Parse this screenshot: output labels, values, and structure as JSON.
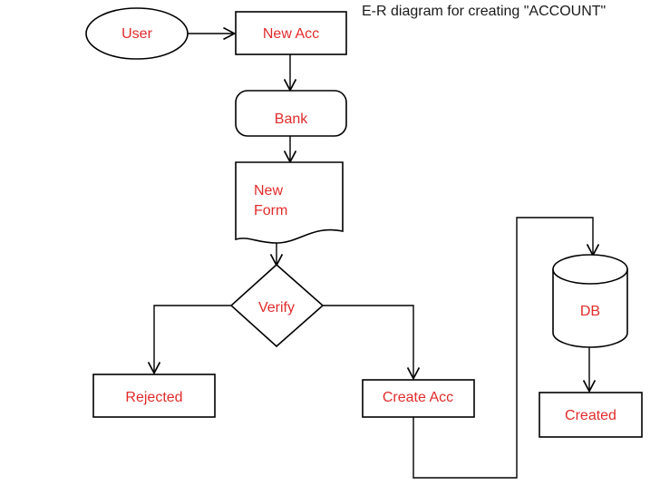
{
  "title": "E-R diagram for creating \"ACCOUNT\"",
  "colors": {
    "node_text": "#e12b2b",
    "title_text": "#1a1a1a",
    "stroke": "#000000",
    "background": "#ffffff"
  },
  "nodes": [
    {
      "id": "user",
      "label": "User",
      "shape": "ellipse"
    },
    {
      "id": "new_acc",
      "label": "New Acc",
      "shape": "rectangle"
    },
    {
      "id": "bank",
      "label": "Bank",
      "shape": "rounded-rectangle"
    },
    {
      "id": "new_form",
      "label": "New\nForm",
      "shape": "document"
    },
    {
      "id": "verify",
      "label": "Verify",
      "shape": "diamond"
    },
    {
      "id": "rejected",
      "label": "Rejected",
      "shape": "rectangle"
    },
    {
      "id": "create_acc",
      "label": "Create Acc",
      "shape": "rectangle"
    },
    {
      "id": "db",
      "label": "DB",
      "shape": "cylinder"
    },
    {
      "id": "created",
      "label": "Created",
      "shape": "rectangle"
    }
  ],
  "edges": [
    {
      "from": "user",
      "to": "new_acc",
      "arrow": true
    },
    {
      "from": "new_acc",
      "to": "bank",
      "arrow": true
    },
    {
      "from": "bank",
      "to": "new_form",
      "arrow": true
    },
    {
      "from": "new_form",
      "to": "verify",
      "arrow": false
    },
    {
      "from": "verify",
      "to": "rejected",
      "arrow": true
    },
    {
      "from": "verify",
      "to": "create_acc",
      "arrow": true
    },
    {
      "from": "create_acc",
      "to": "db",
      "arrow": true
    },
    {
      "from": "db",
      "to": "created",
      "arrow": true
    }
  ]
}
